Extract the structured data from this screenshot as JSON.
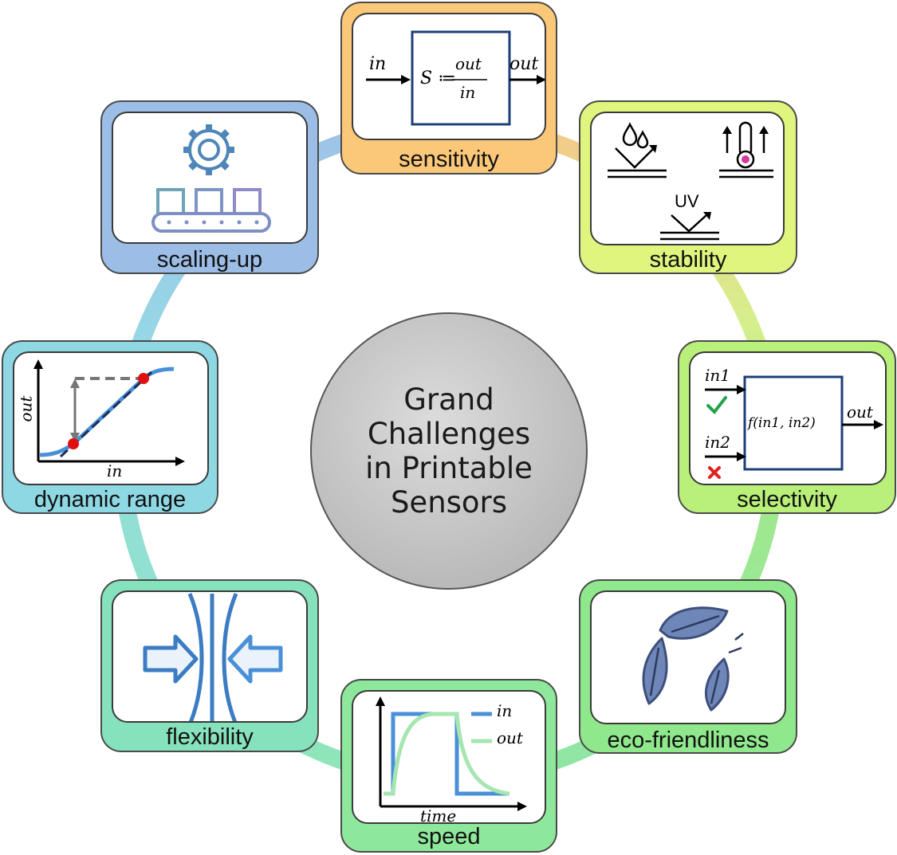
{
  "title": "Grand\nChallenges\nin Printable\nSensors",
  "colors": {
    "sensitivity": "#fbc87a",
    "stability": "#dff57e",
    "selectivity": "#b8f079",
    "eco": "#8fe88c",
    "speed": "#8ee89c",
    "flexibility": "#86e2bd",
    "dynamic": "#8ed8e4",
    "scaling": "#9cbde6"
  },
  "nodes": {
    "sensitivity": {
      "label": "sensitivity",
      "in_label": "in",
      "out_label": "out",
      "formula_lhs": "S ≔",
      "formula_num": "out",
      "formula_den": "in"
    },
    "stability": {
      "label": "stability",
      "icons": [
        "water-drops-icon",
        "thermometer-icon",
        "uv-icon"
      ],
      "uv_text": "UV"
    },
    "selectivity": {
      "label": "selectivity",
      "in1_label": "in1",
      "in2_label": "in2",
      "func_label": "f(in1, in2)",
      "out_label": "out"
    },
    "eco": {
      "label": "eco-friendliness",
      "icon": "leaf-recycle-icon"
    },
    "speed": {
      "label": "speed",
      "legend_in": "in",
      "legend_out": "out",
      "xlabel": "time"
    },
    "flexibility": {
      "label": "flexibility",
      "icon": "bending-arrows-icon"
    },
    "dynamic": {
      "label": "dynamic range",
      "xlabel": "in",
      "ylabel": "out"
    },
    "scaling": {
      "label": "scaling-up",
      "icon": "gear-conveyor-icon"
    }
  }
}
